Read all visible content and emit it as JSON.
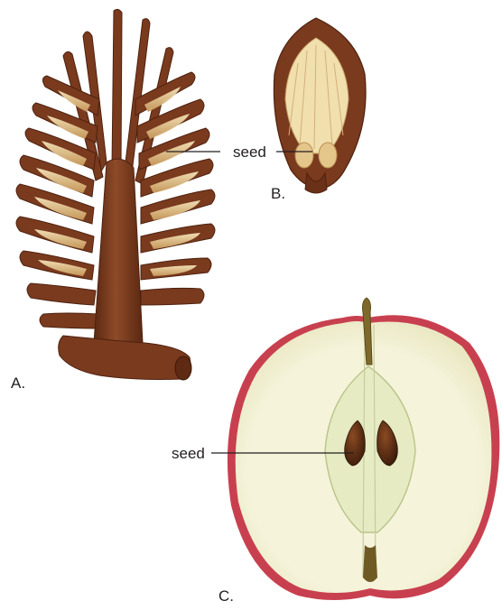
{
  "labels": {
    "panel_a": "A.",
    "panel_b": "B.",
    "panel_c": "C.",
    "seed_b": "seed",
    "seed_c": "seed"
  },
  "colors": {
    "cone_brown": "#7a3a1e",
    "cone_dark": "#4e220f",
    "seed_cream": "#f1dfae",
    "apple_red": "#c8404f",
    "apple_flesh": "#f4f2d6",
    "core_green": "#dfe4b8",
    "apple_seed": "#4a2612",
    "line": "#231f20"
  }
}
